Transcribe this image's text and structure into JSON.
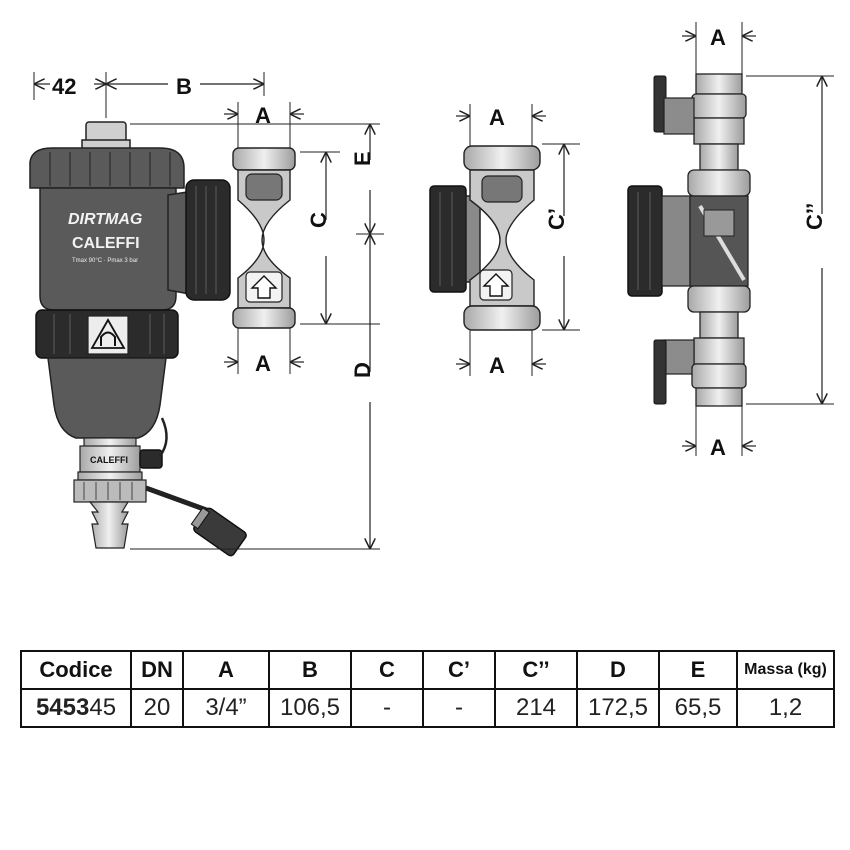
{
  "dimensions": {
    "d42": "42",
    "B": "B",
    "A": "A",
    "C": "C",
    "E": "E",
    "D": "D",
    "C1": "C’",
    "C2": "C’’"
  },
  "product": {
    "logo_top": "DIRTMAG",
    "logo_main": "CALEFFI",
    "logo_small": "Tmax 90°C · Pmax 3 bar",
    "valve_brand": "CALEFFI"
  },
  "table": {
    "headers": [
      "Codice",
      "DN",
      "A",
      "B",
      "C",
      "C’",
      "C’’",
      "D",
      "E",
      "Massa (kg)"
    ],
    "row": {
      "code_bold": "5453",
      "code_rest": "45",
      "dn": "20",
      "a": "3/4”",
      "b": "106,5",
      "c": "-",
      "c1": "-",
      "c2": "214",
      "d": "172,5",
      "e": "65,5",
      "mass": "1,2"
    }
  }
}
